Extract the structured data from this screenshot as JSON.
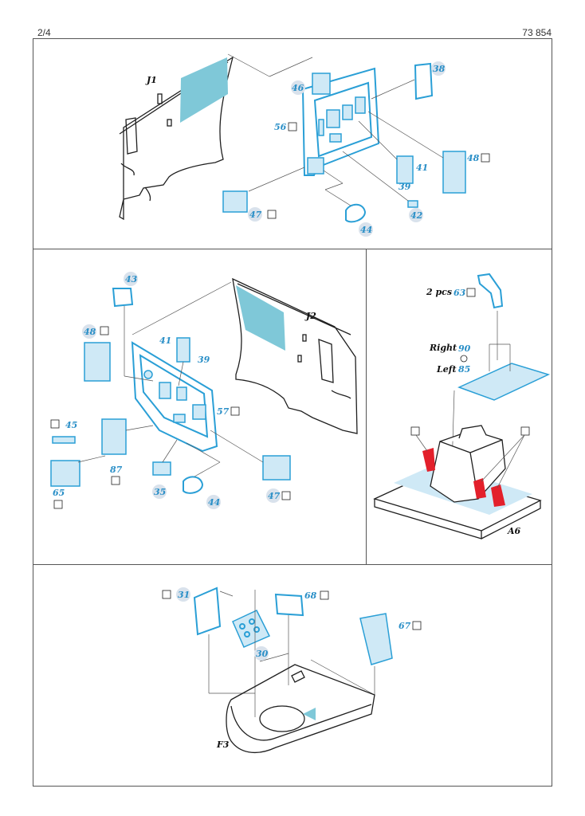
{
  "header": {
    "page": "2/4",
    "code": "73 854"
  },
  "sections": {
    "j1": {
      "label": "J1",
      "parts": [
        "46",
        "56",
        "38",
        "48",
        "41",
        "39",
        "42",
        "47",
        "44"
      ]
    },
    "j2": {
      "label": "J2",
      "parts": [
        "43",
        "48",
        "41",
        "39",
        "57",
        "45",
        "87",
        "65",
        "35",
        "44",
        "47"
      ]
    },
    "a6": {
      "label": "A6",
      "qty": "2 pcs",
      "qty_part": "63",
      "right_label": "Right",
      "right_part": "90",
      "left_label": "Left",
      "left_part": "85"
    },
    "f3": {
      "label": "F3",
      "parts": [
        "31",
        "68",
        "67",
        "30"
      ]
    }
  },
  "colors": {
    "photoetch": "#2a9fd6",
    "glass": "#7fc8d8",
    "resin": "#e3202b",
    "badge": "#d9e2ec"
  }
}
